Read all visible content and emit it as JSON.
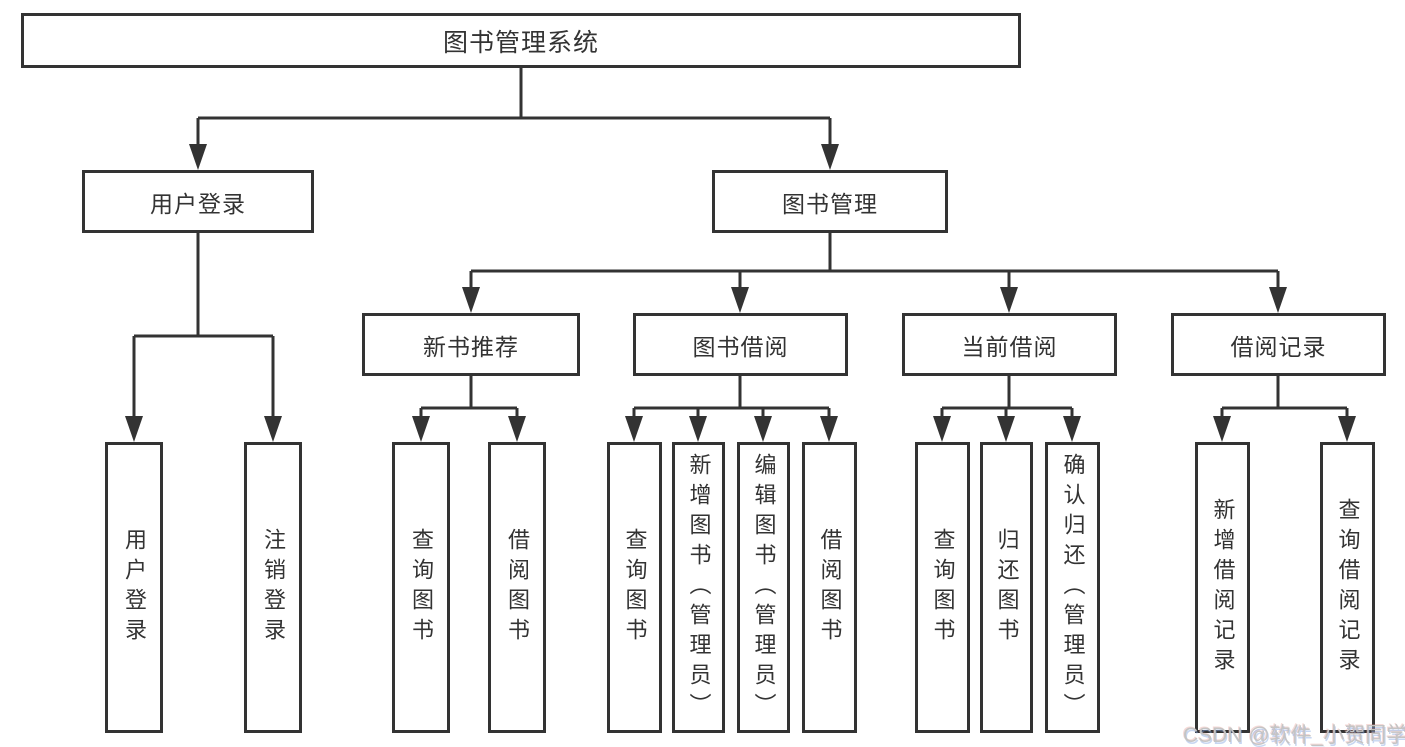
{
  "diagram_title": "图书管理系统",
  "tree": {
    "label": "图书管理系统",
    "children": [
      {
        "label": "用户登录",
        "children": [
          {
            "label": "用户登录"
          },
          {
            "label": "注销登录"
          }
        ]
      },
      {
        "label": "图书管理",
        "children": [
          {
            "label": "新书推荐",
            "children": [
              {
                "label": "查询图书"
              },
              {
                "label": "借阅图书"
              }
            ]
          },
          {
            "label": "图书借阅",
            "children": [
              {
                "label": "查询图书"
              },
              {
                "label": "新增图书（管理员）"
              },
              {
                "label": "编辑图书（管理员）"
              },
              {
                "label": "借阅图书"
              }
            ]
          },
          {
            "label": "当前借阅",
            "children": [
              {
                "label": "查询图书"
              },
              {
                "label": "归还图书"
              },
              {
                "label": "确认归还（管理员）"
              }
            ]
          },
          {
            "label": "借阅记录",
            "children": [
              {
                "label": "新增借阅记录"
              },
              {
                "label": "查询借阅记录"
              }
            ]
          }
        ]
      }
    ]
  },
  "watermark": {
    "text": "CSDN @软件_小贺同学"
  },
  "colors": {
    "line": "#333333",
    "text": "#333333",
    "watermark": "#c4c4c4",
    "background": "#ffffff"
  }
}
